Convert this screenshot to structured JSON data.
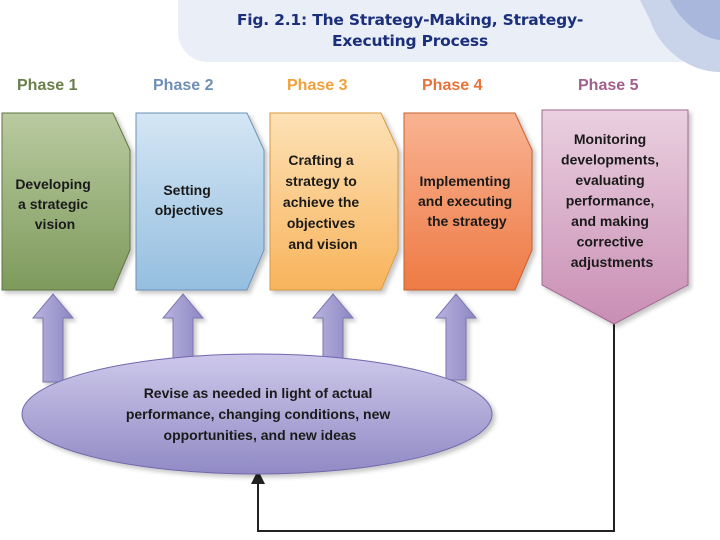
{
  "slide": {
    "title": "Fig. 2.1: The Strategy-Making, Strategy-Executing Process"
  },
  "colors": {
    "phase1": "#8fa86e",
    "phase2": "#aecde6",
    "phase3": "#fbc77e",
    "phase4": "#f28b5c",
    "phase5": "#d9a8c6",
    "ellipse": "#a49dd0",
    "arrow": "#9d97c9",
    "label1": "#6a7f4a",
    "label2": "#6f8fb6",
    "label3": "#f0a13c",
    "label4": "#e8733a",
    "label5": "#a25f8d"
  },
  "phases": [
    {
      "label": "Phase 1",
      "lines": [
        "Developing",
        "a strategic",
        "vision"
      ]
    },
    {
      "label": "Phase 2",
      "lines": [
        "Setting",
        "objectives"
      ]
    },
    {
      "label": "Phase 3",
      "lines": [
        "Crafting a",
        "strategy to",
        "achieve the",
        "objectives",
        "and vision"
      ]
    },
    {
      "label": "Phase 4",
      "lines": [
        "Implementing",
        "and executing",
        "the strategy"
      ]
    },
    {
      "label": "Phase 5",
      "lines": [
        "Monitoring",
        "developments,",
        "evaluating",
        "performance,",
        "and making",
        "corrective",
        "adjustments"
      ]
    }
  ],
  "feedback": {
    "lines": [
      "Revise as needed in light of actual",
      "performance, changing conditions, new",
      "opportunities, and new ideas"
    ]
  }
}
